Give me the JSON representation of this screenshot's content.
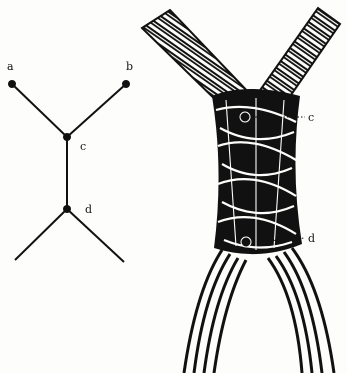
{
  "schematic": {
    "labels": {
      "a": "a",
      "b": "b",
      "c": "c",
      "d": "d"
    }
  },
  "braid": {
    "labels": {
      "c": "c",
      "d": "d"
    }
  },
  "colors": {
    "ink": "#111111",
    "paper": "#fdfdfb"
  }
}
